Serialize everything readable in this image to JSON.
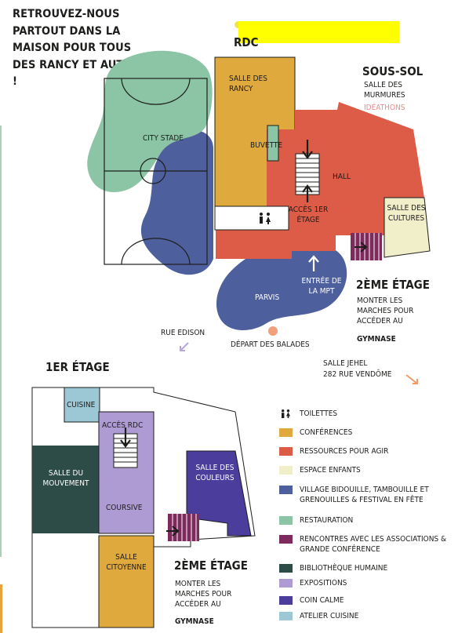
{
  "intro": "RETROUVEZ-NOUS PARTOUT DANS LA MAISON POUR TOUS DES RANCY ET AUTOUR !",
  "rdc": {
    "title": "RDC",
    "salle_des_rancy": "SALLE DES RANCY",
    "city_stade": "CITY STADE",
    "buvette": "BUVETTE",
    "hall": "HALL",
    "acces_1er": "ACCÈS 1ER ÉTAGE",
    "salle_cultures": "SALLE DES CULTURES",
    "parvis": "PARVIS",
    "entree": "ENTRÉE DE LA MPT",
    "rue_edison": "RUE EDISON",
    "depart_balades": "DÉPART DES BALADES",
    "salle_jehel": "SALLE JEHEL",
    "rue_vendome": "282 RUE VENDÔME",
    "sous_sol_title": "SOUS-SOL",
    "salle_murmures": "SALLE DES MURMURES",
    "ideathons": "IDÉATHONS",
    "etage2_title": "2ÈME ÉTAGE",
    "etage2_desc": "MONTER LES MARCHES POUR ACCÉDER AU",
    "gymnase": "GYMNASE"
  },
  "etage1": {
    "title": "1ER ÉTAGE",
    "cuisine": "CUISINE",
    "acces_rdc": "ACCÈS RDC",
    "salle_mouvement": "SALLE DU MOUVEMENT",
    "salle_couleurs": "SALLE DES COULEURS",
    "coursive": "COURSIVE",
    "salle_citoyenne": "SALLE CITOYENNE",
    "etage2_title": "2ÈME ÉTAGE",
    "etage2_desc": "MONTER LES MARCHES POUR ACCÉDER AU",
    "gymnase": "GYMNASE"
  },
  "legend": [
    {
      "label": "TOILETTES",
      "icon": "toilets-icon",
      "color": ""
    },
    {
      "label": "CONFÉRENCES",
      "color": "#dfa93e"
    },
    {
      "label": "RESSOURCES POUR AGIR",
      "color": "#dd5c48"
    },
    {
      "label": "ESPACE ENFANTS",
      "color": "#f1eeca"
    },
    {
      "label": "VILLAGE BIDOUILLE, TAMBOUILLE ET GRENOUILLES & FESTIVAL EN FÊTE",
      "color": "#4e5f9d"
    },
    {
      "label": "RESTAURATION",
      "color": "#8cc5a5"
    },
    {
      "label": "RENCONTRES AVEC LES ASSOCIATIONS & GRANDE CONFÉRENCE",
      "color": "#7e2a5d"
    },
    {
      "label": "BIBLIOTHÈQUE HUMAINE",
      "color": "#2d4c48"
    },
    {
      "label": "EXPOSITIONS",
      "color": "#ae9bd3"
    },
    {
      "label": "COIN CALME",
      "color": "#4a3d9b"
    },
    {
      "label": "ATELIER CUISINE",
      "color": "#9cc7d4"
    }
  ],
  "colors": {
    "conferences": "#dfa93e",
    "ressources": "#dd5c48",
    "enfants": "#f1eeca",
    "village": "#4e5f9d",
    "restauration": "#8cc5a5",
    "rencontres": "#7e2a5d",
    "bibliotheque": "#2d4c48",
    "expositions": "#ae9bd3",
    "coin_calme": "#4a3d9b",
    "cuisine": "#9cc7d4",
    "ideathons": "#e58c8c",
    "highlight": "#ffff00"
  }
}
